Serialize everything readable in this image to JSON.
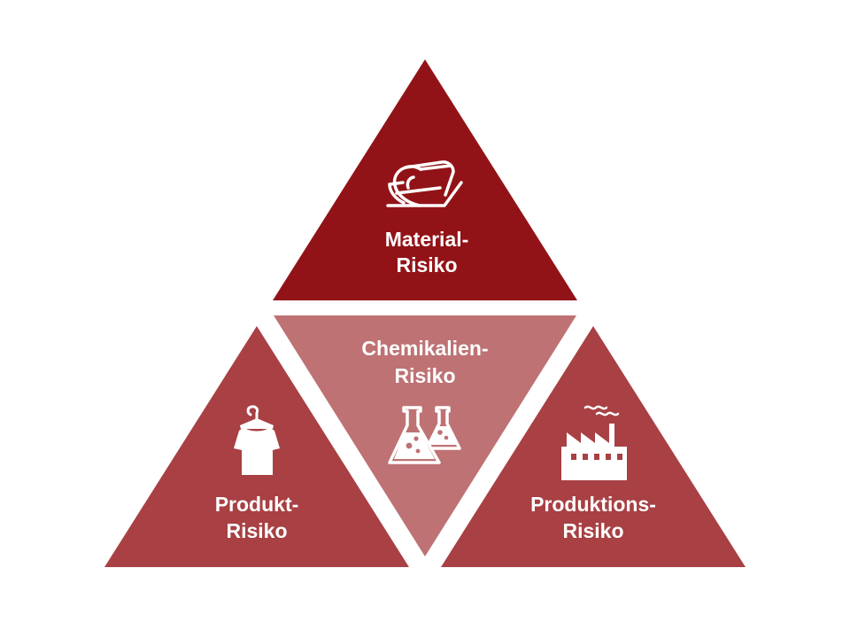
{
  "diagram": {
    "colors": {
      "top": "#921317",
      "center": "#be7274",
      "sides": "#a84044",
      "icon": "#ffffff"
    },
    "material": {
      "line1": "Material-",
      "line2": "Risiko",
      "icon": "fabric-roll-icon"
    },
    "chemikalien": {
      "line1": "Chemikalien-",
      "line2": "Risiko",
      "icon": "flask-icon"
    },
    "produkt": {
      "line1": "Produkt-",
      "line2": "Risiko",
      "icon": "shirt-on-hanger-icon"
    },
    "produktion": {
      "line1": "Produktions-",
      "line2": "Risiko",
      "icon": "factory-icon"
    }
  }
}
